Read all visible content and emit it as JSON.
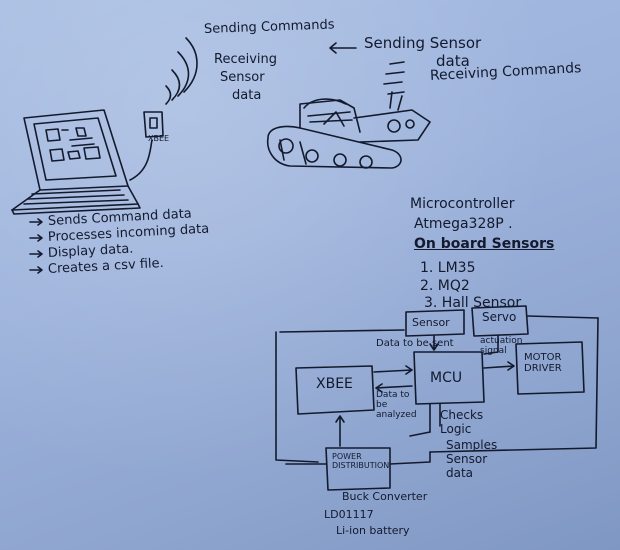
{
  "wireless_link": {
    "laptop_side": [
      "Sending Commands",
      "Receiving",
      "Sensor",
      "data"
    ],
    "robot_side": [
      "Sending Sensor",
      "data",
      "Receiving Commands"
    ]
  },
  "xbee_module_label": "XBEE",
  "laptop_tasks": [
    "Sends Command data",
    "Processes incoming data",
    "Display data.",
    "Creates a csv file."
  ],
  "microcontroller": {
    "title": "Microcontroller",
    "chip": "Atmega328P .",
    "sensors_heading": "On board Sensors",
    "sensors": [
      "1. LM35",
      "2. MQ2",
      "3. Hall Sensor"
    ]
  },
  "block_diagram": {
    "sensor": "Sensor",
    "servo": "Servo",
    "xbee": "XBEE",
    "mcu": "MCU",
    "motor_driver": "MOTOR DRIVER",
    "power_distribution": "POWER DISTRIBUTION",
    "data_to_be_sent": "Data to be sent",
    "actuation_signal": "actuation signal",
    "data_to_be_analyzed": "Data to be analyzed",
    "checks_logic": "Checks Logic",
    "samples_sensor_data": "Samples Sensor data",
    "power_parts": [
      "Buck Converter",
      "LD01117",
      "Li-ion battery"
    ]
  }
}
